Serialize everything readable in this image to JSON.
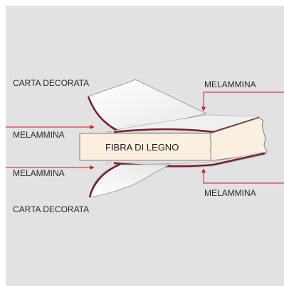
{
  "diagram": {
    "core_label": "FIBRA DI LEGNO",
    "labels": {
      "top_left_paper": "CARTA DECORATA",
      "top_right_melamine": "MELAMMINA",
      "left_upper_melamine": "MELAMMINA",
      "left_lower_melamine": "MELAMMINA",
      "bottom_right_melamine": "MELAMMINA",
      "bottom_left_paper": "CARTA DECORATA"
    },
    "colors": {
      "background_panel": "#e2e2e2",
      "arrow": "#d6121f",
      "melamine_edge": "#7a1b2a",
      "core_fill": "#fbf0df",
      "paper_fill": "#f4f4f4"
    }
  }
}
